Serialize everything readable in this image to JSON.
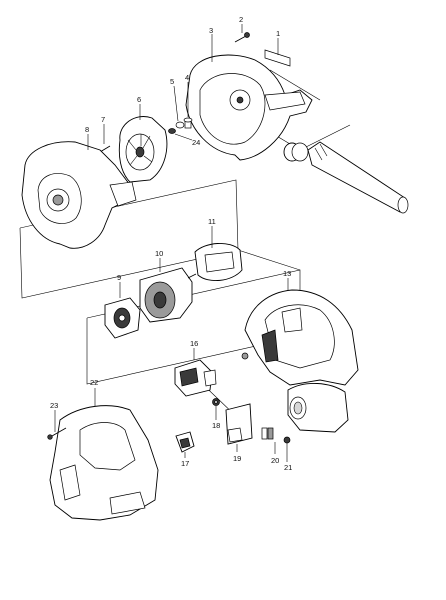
{
  "diagram": {
    "labels": [
      {
        "id": "1",
        "text": "1"
      },
      {
        "id": "2",
        "text": "2"
      },
      {
        "id": "3",
        "text": "3"
      },
      {
        "id": "4",
        "text": "4"
      },
      {
        "id": "5",
        "text": "5"
      },
      {
        "id": "6",
        "text": "6"
      },
      {
        "id": "7",
        "text": "7"
      },
      {
        "id": "8",
        "text": "8"
      },
      {
        "id": "9",
        "text": "9"
      },
      {
        "id": "10",
        "text": "10"
      },
      {
        "id": "11",
        "text": "11"
      },
      {
        "id": "13",
        "text": "13"
      },
      {
        "id": "16",
        "text": "16"
      },
      {
        "id": "17",
        "text": "17"
      },
      {
        "id": "18",
        "text": "18"
      },
      {
        "id": "19",
        "text": "19"
      },
      {
        "id": "20",
        "text": "20"
      },
      {
        "id": "21",
        "text": "21"
      },
      {
        "id": "22",
        "text": "22"
      },
      {
        "id": "23",
        "text": "23"
      },
      {
        "id": "24",
        "text": "24"
      }
    ]
  }
}
